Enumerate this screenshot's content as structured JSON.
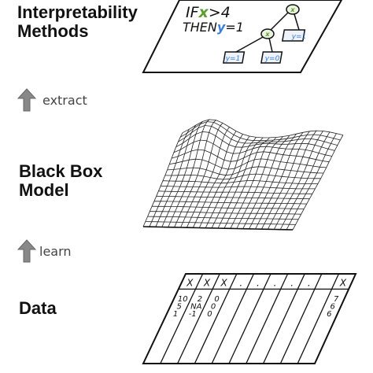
{
  "sections": {
    "top": {
      "title_line1": "Interpretability",
      "title_line2": "Methods"
    },
    "middle": {
      "title_line1": "Black Box",
      "title_line2": "Model"
    },
    "bottom": {
      "title": "Data"
    }
  },
  "arrows": {
    "extract": {
      "label": "extract",
      "icon": "up-arrow-icon"
    },
    "learn": {
      "label": "learn",
      "icon": "up-arrow-icon"
    }
  },
  "rule": {
    "if_text": "IF",
    "x_var": "x",
    "cond": ">4",
    "then_text": "THEN",
    "y_var": "y",
    "then_val": "=1"
  },
  "tree": {
    "root": "x",
    "inner": "x",
    "leaf_right": "y=1",
    "leaf_left": "y=1",
    "leaf_mid": "y=0"
  },
  "table": {
    "headers": [
      "X",
      "X",
      "X",
      ".",
      ".",
      ".",
      ".",
      ".",
      "X"
    ],
    "col1": [
      "10",
      "5",
      "1"
    ],
    "col2": [
      "2",
      "NA",
      "-1"
    ],
    "col3": [
      "0",
      "0",
      "0"
    ],
    "last_col": [
      "7",
      "6",
      "6"
    ]
  },
  "colors": {
    "green": "#5a9e2f",
    "blue": "#3a7fd5",
    "arrow_gray": "#888888"
  }
}
